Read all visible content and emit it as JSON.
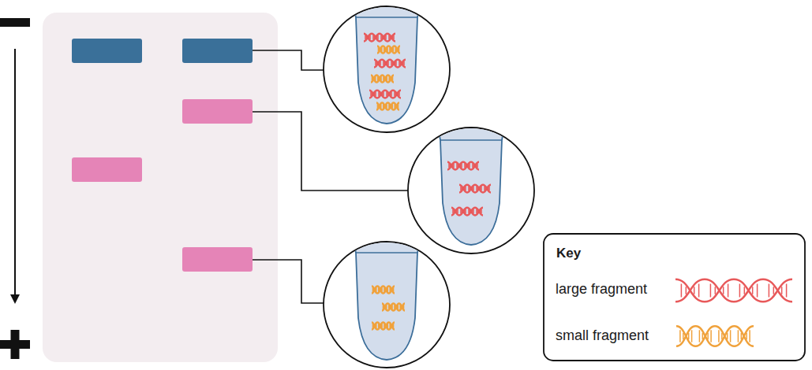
{
  "diagram": {
    "labels": [
      "Key"
    ],
    "legend": [
      {
        "text": "large fragment"
      },
      {
        "text": "small fragment"
      }
    ]
  }
}
